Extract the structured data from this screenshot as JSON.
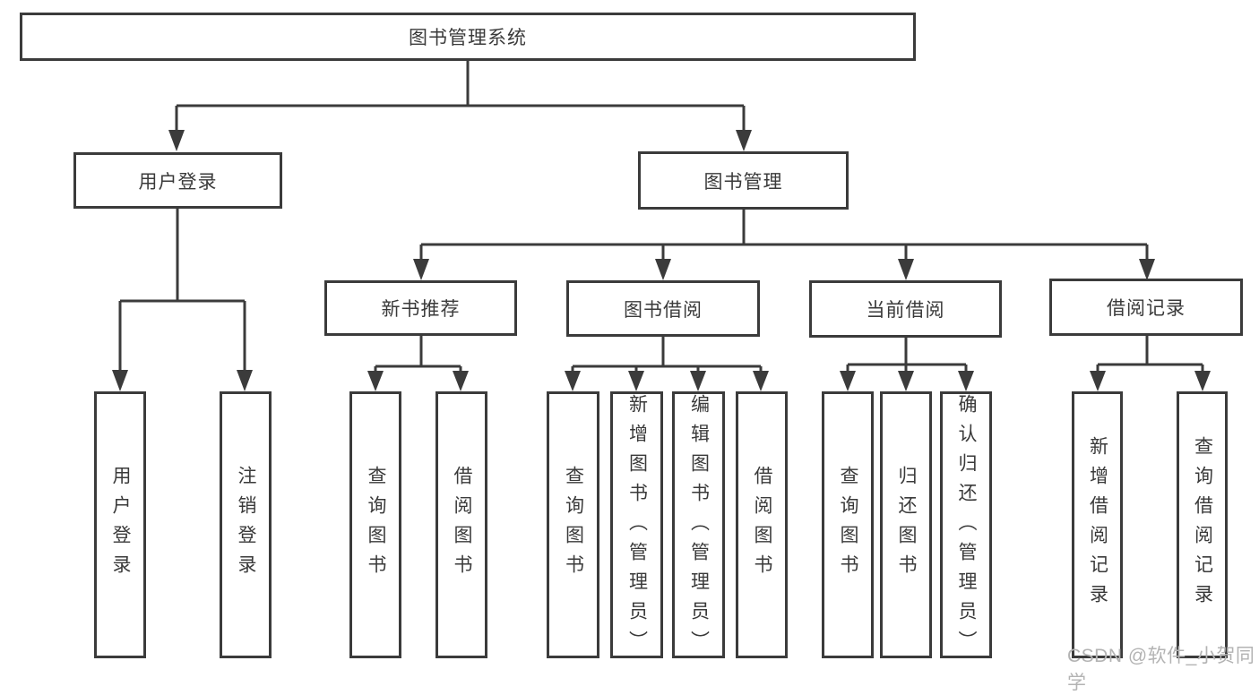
{
  "tree": {
    "label": "图书管理系统",
    "children": [
      {
        "label": "用户登录",
        "children": [
          {
            "label": "用户登录"
          },
          {
            "label": "注销登录"
          }
        ]
      },
      {
        "label": "图书管理",
        "children": [
          {
            "label": "新书推荐",
            "children": [
              {
                "label": "查询图书"
              },
              {
                "label": "借阅图书"
              }
            ]
          },
          {
            "label": "图书借阅",
            "children": [
              {
                "label": "查询图书"
              },
              {
                "label": "新增图书（管理员）"
              },
              {
                "label": "编辑图书（管理员）"
              },
              {
                "label": "借阅图书"
              }
            ]
          },
          {
            "label": "当前借阅",
            "children": [
              {
                "label": "查询图书"
              },
              {
                "label": "归还图书"
              },
              {
                "label": "确认归还（管理员）"
              }
            ]
          },
          {
            "label": "借阅记录",
            "children": [
              {
                "label": "新增借阅记录"
              },
              {
                "label": "查询借阅记录"
              }
            ]
          }
        ]
      }
    ]
  },
  "watermark": {
    "text": "CSDN @软件_小贺同学"
  },
  "colors": {
    "bg": "#ffffff",
    "node-bg": "#ffffff",
    "line": "#3b3b3b",
    "text": "#3a3a3a",
    "watermark": "#b3b3b3"
  }
}
